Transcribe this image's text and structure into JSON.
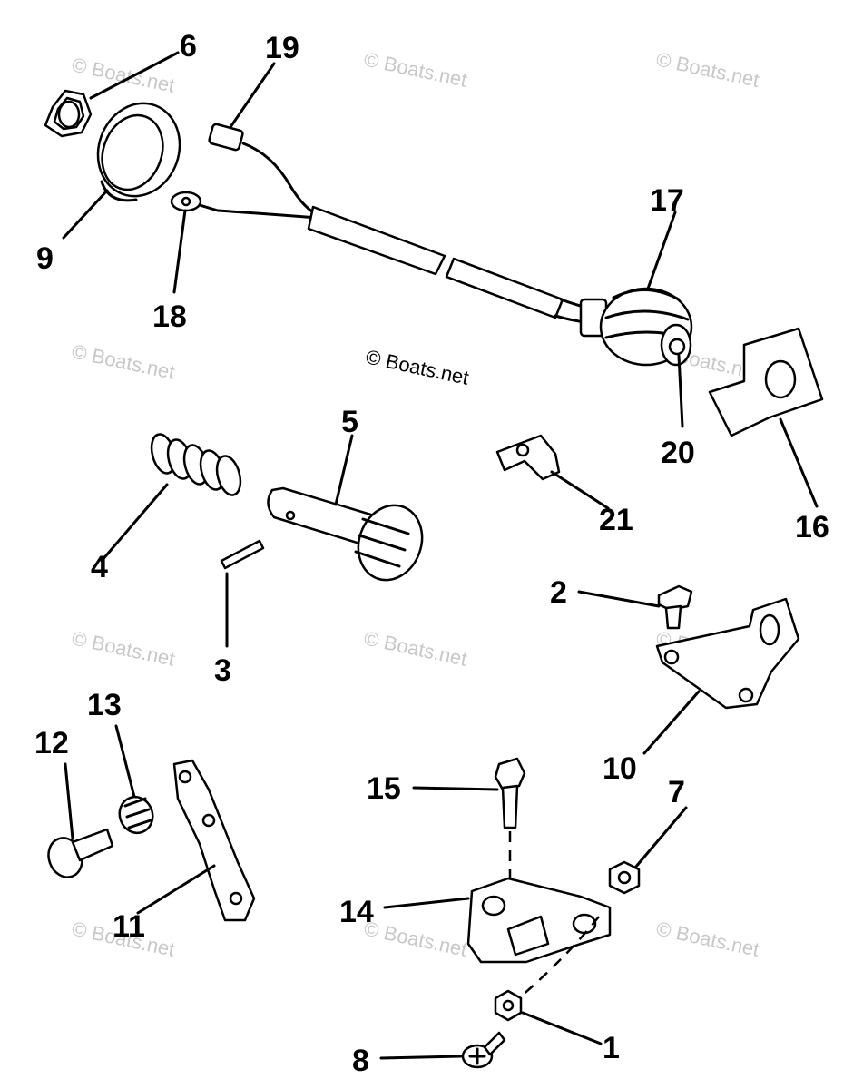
{
  "watermark": "© Boats.net",
  "credit": "© Boats.net",
  "labels": {
    "p1": "1",
    "p2": "2",
    "p3": "3",
    "p4": "4",
    "p5": "5",
    "p6": "6",
    "p7": "7",
    "p8": "8",
    "p9": "9",
    "p10": "10",
    "p11": "11",
    "p12": "12",
    "p13": "13",
    "p14": "14",
    "p15": "15",
    "p16": "16",
    "p17": "17",
    "p18": "18",
    "p19": "19",
    "p20": "20",
    "p21": "21"
  }
}
